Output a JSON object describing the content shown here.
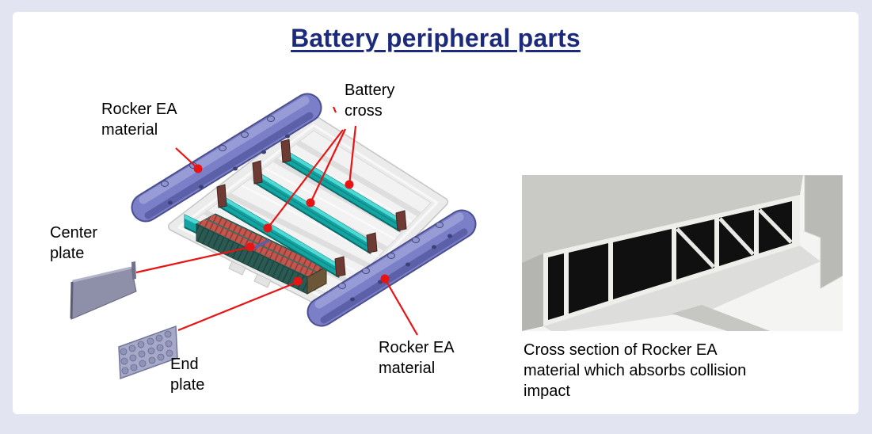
{
  "title": "Battery peripheral parts",
  "labels": {
    "rocker_top_left": "Rocker EA\nmaterial",
    "battery_cross": "Battery\ncross",
    "center_plate": "Center\nplate",
    "end_plate": "End\nplate",
    "rocker_bottom_right": "Rocker EA\nmaterial"
  },
  "photo": {
    "caption": "Cross section of Rocker EA\nmaterial which absorbs collision\nimpact"
  },
  "colors": {
    "page_background": "#e2e5f1",
    "card_background": "#ffffff",
    "title_text": "#1b2a7a",
    "label_text": "#000000",
    "leader_line_red": "#e81313",
    "rocker_beam_purple": "#7b7fc7",
    "cross_beam_teal": "#14a3a1",
    "battery_cell_red": "#c4564d",
    "tray_gray": "#ebebeb"
  }
}
